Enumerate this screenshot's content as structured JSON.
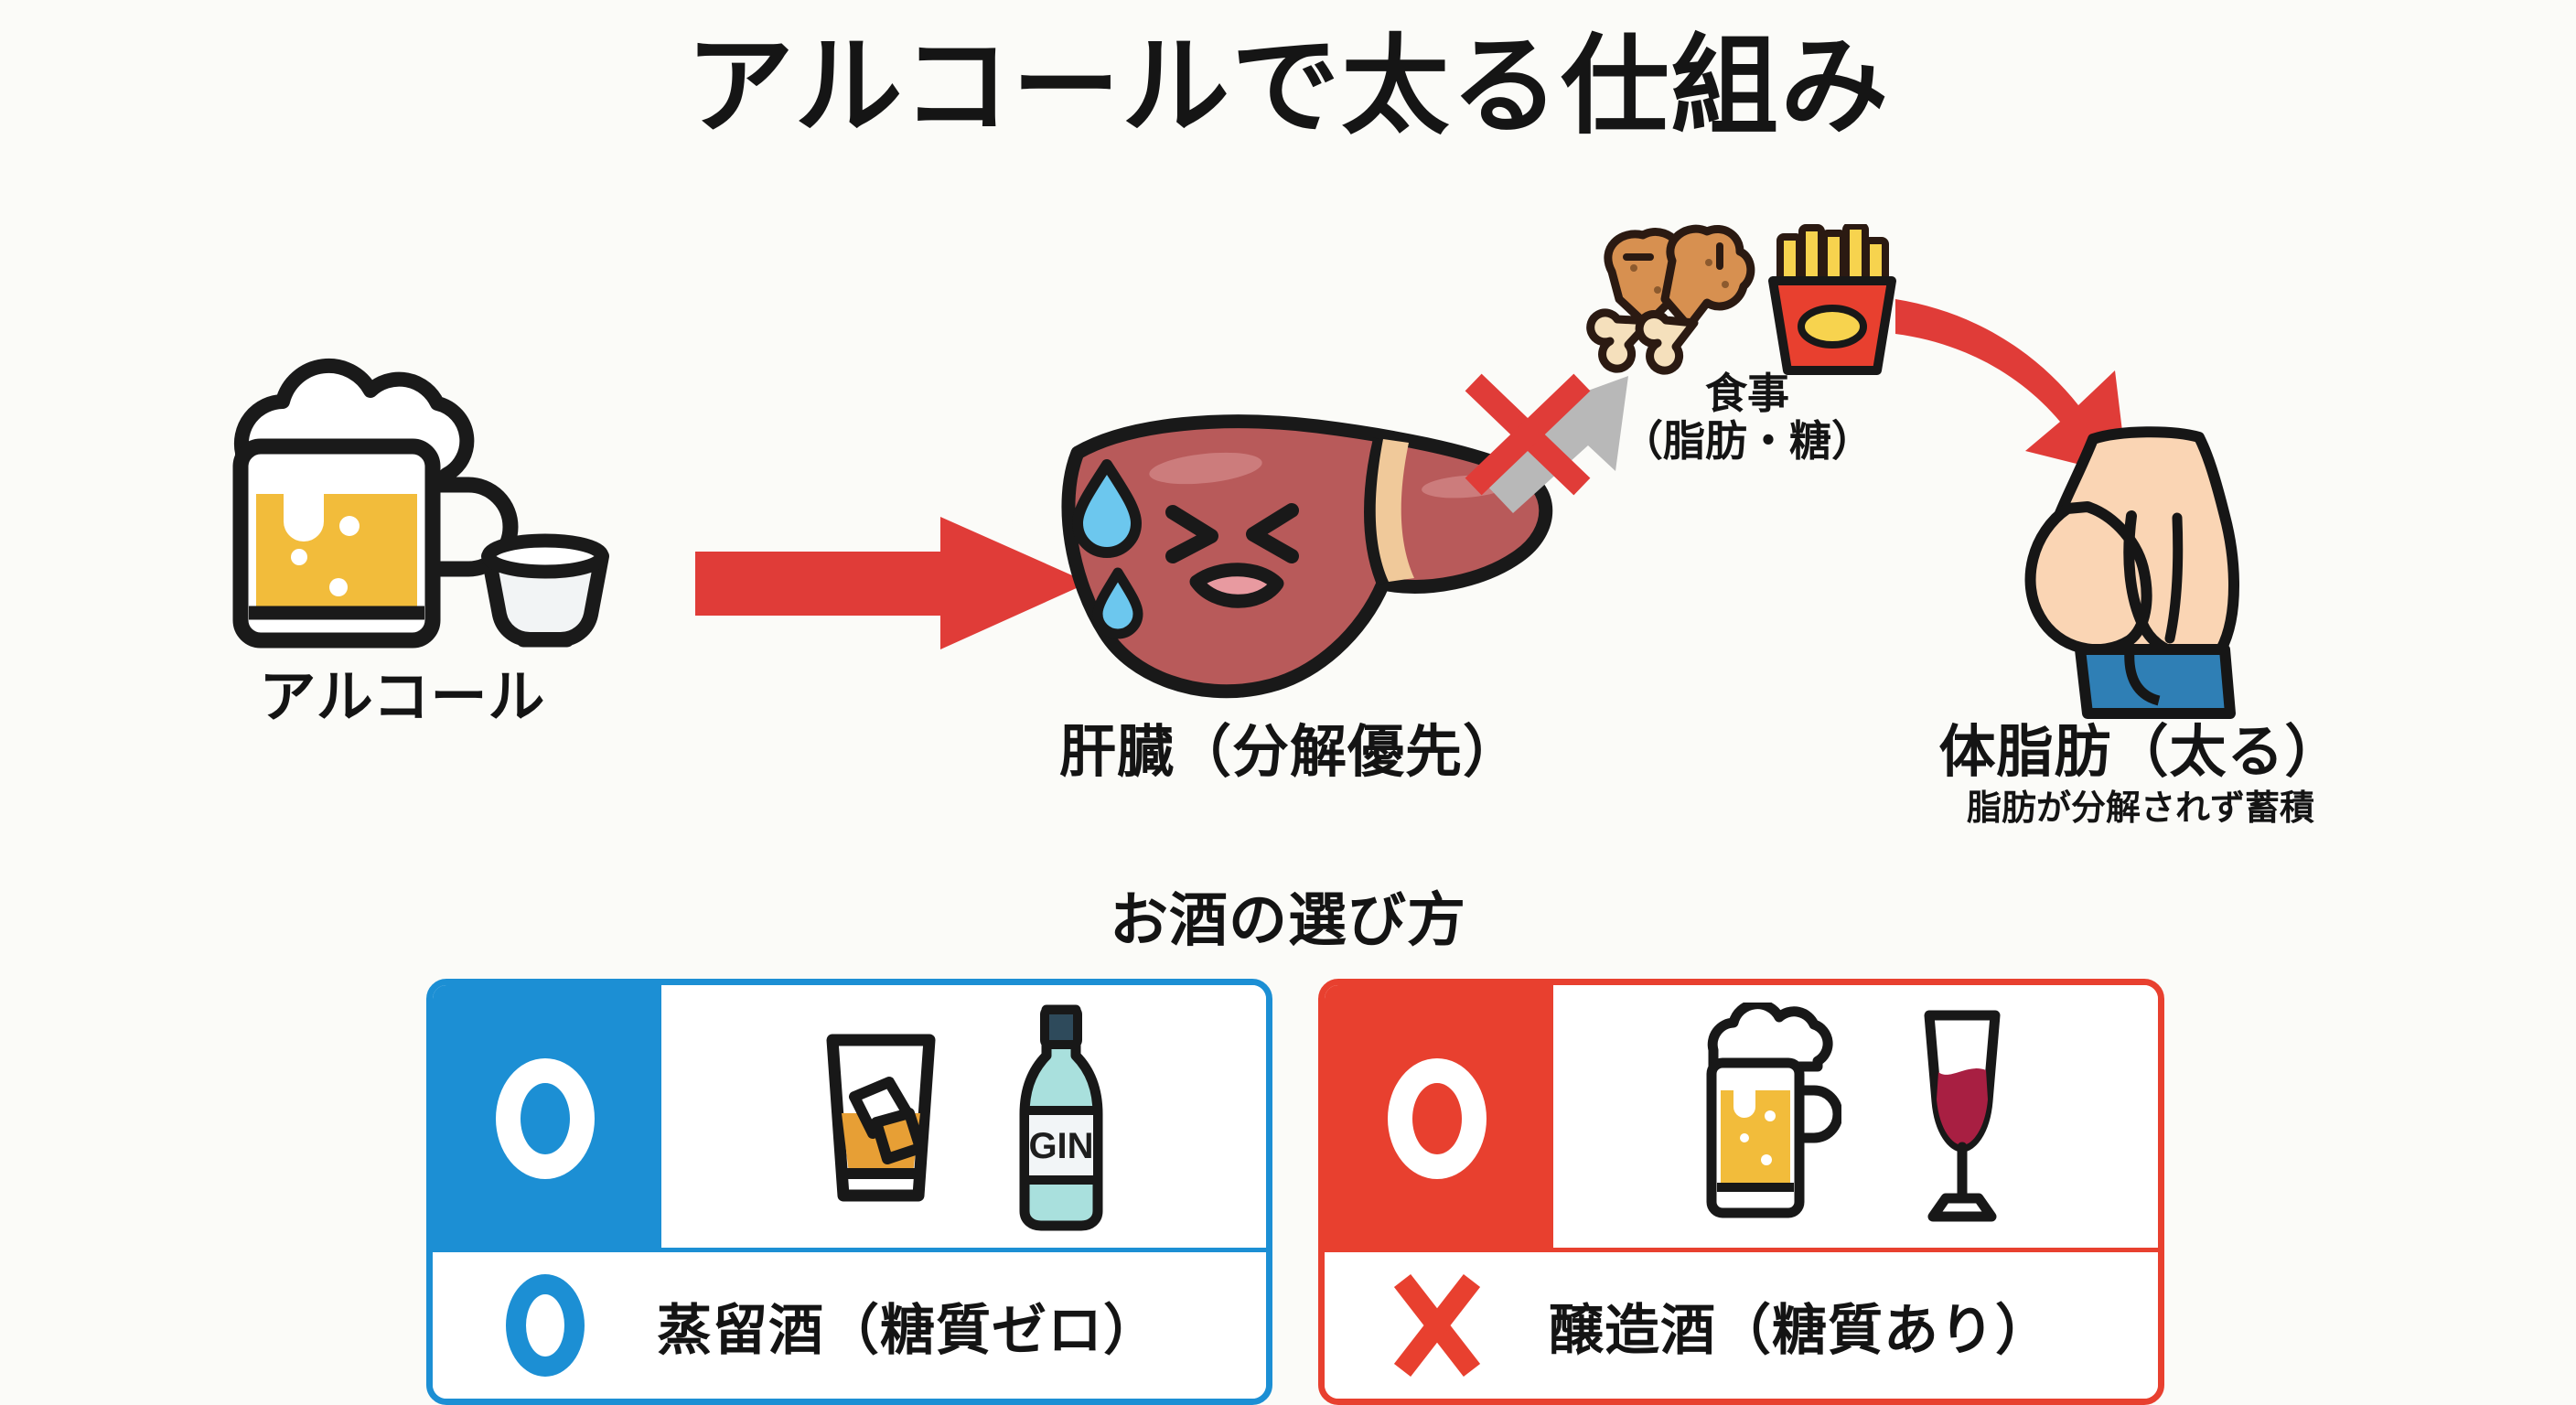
{
  "title": "アルコールで太る仕組み",
  "flow": {
    "alcohol": {
      "caption": "アルコール",
      "icons": [
        "beer-mug-icon",
        "sake-cup-icon"
      ]
    },
    "liver": {
      "caption": "肝臓（分解優先）",
      "icons": [
        "distressed-liver-icon",
        "sweat-drop-icon"
      ]
    },
    "meal": {
      "caption": "食事",
      "subcaption": "（脂肪・糖）",
      "icons": [
        "fried-chicken-icon",
        "french-fries-icon"
      ]
    },
    "bodyfat": {
      "caption": "体脂肪（太る）",
      "subcaption": "脂肪が分解されず蓄積",
      "icons": [
        "belly-fat-icon"
      ]
    },
    "arrows": {
      "main": "red-right-arrow",
      "blocked": "gray-arrow-with-red-x",
      "curve": "red-curved-arrow"
    }
  },
  "choice_section": {
    "heading": "お酒の選び方",
    "cards": [
      {
        "mark_top": "circle-mark",
        "mark_bottom": "circle-mark",
        "label": "蒸留酒（糖質ゼロ）",
        "icons": [
          "whiskey-rocks-glass-icon",
          "gin-bottle-icon"
        ],
        "bottle_text": "GIN",
        "accent": "#1c8fd4"
      },
      {
        "mark_top": "circle-mark",
        "mark_bottom": "cross-mark",
        "label": "醸造酒（糖質あり）",
        "icons": [
          "beer-mug-icon",
          "wine-glass-icon"
        ],
        "accent": "#e8402f"
      }
    ]
  },
  "colors": {
    "background": "#fbfbf8",
    "red": "#e03c38",
    "blue": "#1c8fd4",
    "card_red": "#e8402f",
    "beer_gold": "#f2bc3b",
    "liver_maroon": "#b85a5a",
    "skin": "#fad5b4",
    "jeans_blue": "#2f7fb5",
    "gray_arrow": "#b8b8b8"
  }
}
